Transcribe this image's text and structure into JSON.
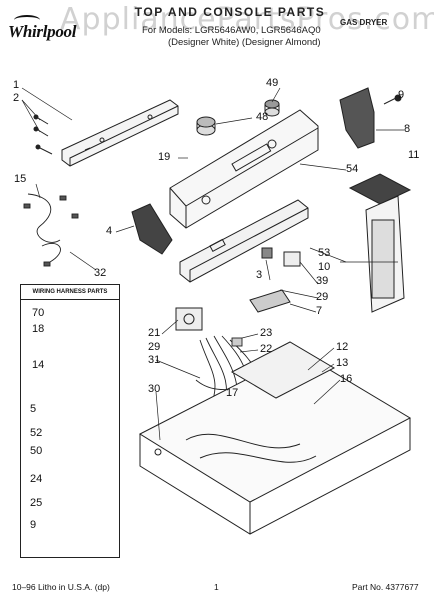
{
  "header": {
    "brand": "Whirlpool",
    "title": "TOP AND CONSOLE PARTS",
    "subtitle_line1": "For Models: LGR5646AW0, LGR5646AQ0",
    "subtitle_line2": "(Designer White) (Designer Almond)",
    "product": "GAS DRYER",
    "watermark": "AppliancePartsPros.com"
  },
  "legend": {
    "title": "WIRING HARNESS PARTS"
  },
  "labels": {
    "p1": "1",
    "p2": "2",
    "p3": "3",
    "p4": "4",
    "p5": "5",
    "p7": "7",
    "p8": "8",
    "p9": "9",
    "p10": "10",
    "p11": "11",
    "p12": "12",
    "p13": "13",
    "p14": "14",
    "p15": "15",
    "p16": "16",
    "p17": "17",
    "p18": "18",
    "p19": "19",
    "p21": "21",
    "p22": "22",
    "p23": "23",
    "p24": "24",
    "p25": "25",
    "p29a": "29",
    "p29b": "29",
    "p30": "30",
    "p31": "31",
    "p32": "32",
    "p39": "39",
    "p48": "48",
    "p49": "49",
    "p50": "50",
    "p52": "52",
    "p53": "53",
    "p54": "54",
    "p70": "70"
  },
  "footer": {
    "left": "10–96 Litho in U.S.A. (dp)",
    "center": "1",
    "right": "Part No. 4377677"
  }
}
